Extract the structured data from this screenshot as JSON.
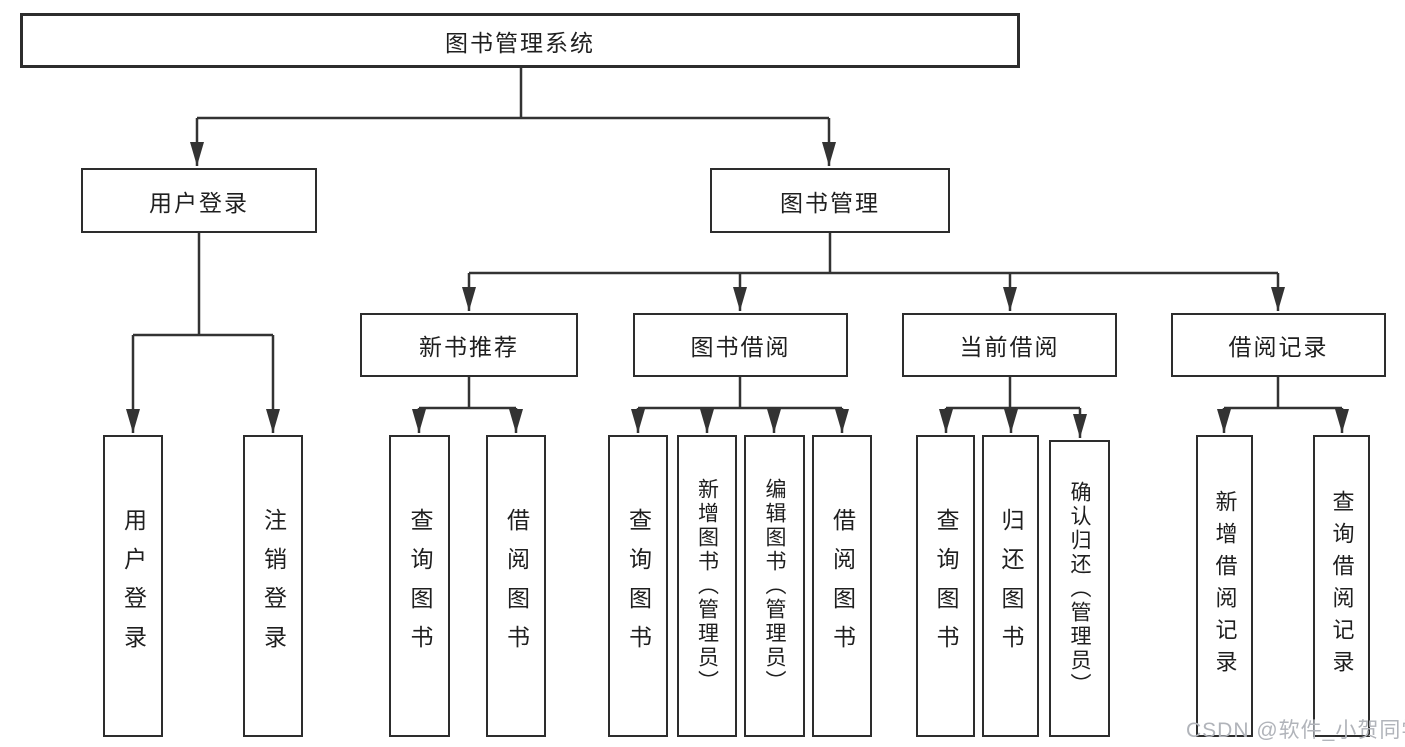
{
  "diagram_title": "图书管理系统",
  "tree": {
    "root": {
      "label": "图书管理系统",
      "children": [
        {
          "label": "用户登录",
          "children": [
            {
              "label": "用户登录"
            },
            {
              "label": "注销登录"
            }
          ]
        },
        {
          "label": "图书管理",
          "children": [
            {
              "label": "新书推荐",
              "children": [
                {
                  "label": "查询图书"
                },
                {
                  "label": "借阅图书"
                }
              ]
            },
            {
              "label": "图书借阅",
              "children": [
                {
                  "label": "查询图书"
                },
                {
                  "label": "新增图书（管理员）"
                },
                {
                  "label": "编辑图书（管理员）"
                },
                {
                  "label": "借阅图书"
                }
              ]
            },
            {
              "label": "当前借阅",
              "children": [
                {
                  "label": "查询图书"
                },
                {
                  "label": "归还图书"
                },
                {
                  "label": "确认归还（管理员）"
                }
              ]
            },
            {
              "label": "借阅记录",
              "children": [
                {
                  "label": "新增借阅记录"
                },
                {
                  "label": "查询借阅记录"
                }
              ]
            }
          ]
        }
      ]
    }
  },
  "watermark": "CSDN @软件_小贺同学",
  "colors": {
    "line": "#333333",
    "box_border": "#2d2d2d",
    "text": "#1f1f1f",
    "watermark": "#b1b4ba",
    "background": "#ffffff"
  }
}
